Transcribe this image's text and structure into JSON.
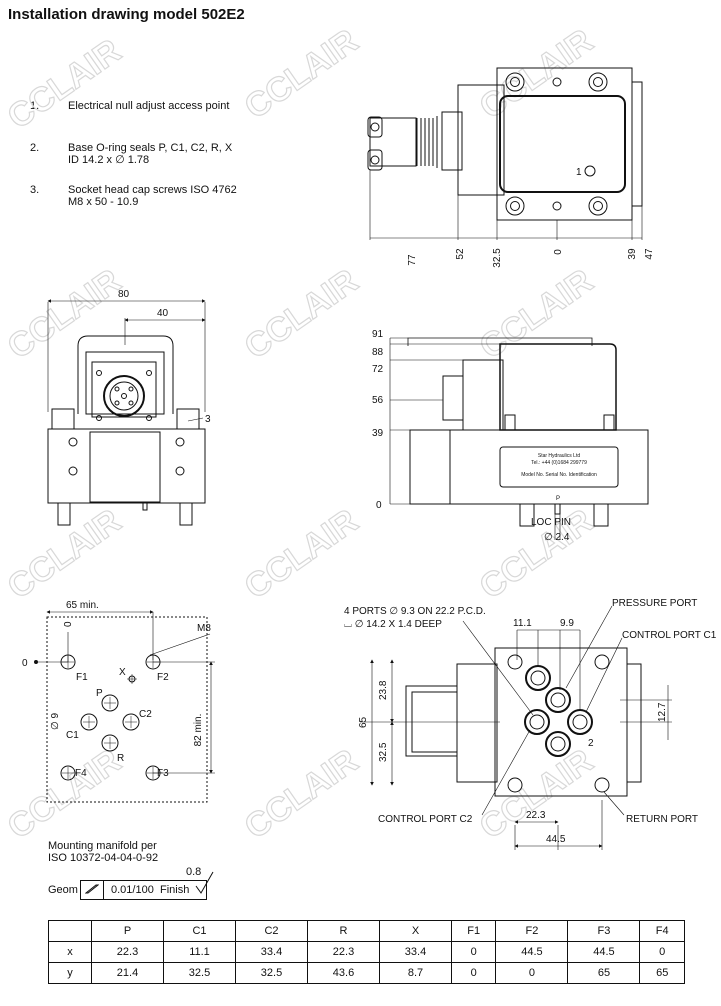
{
  "title": "Installation drawing model 502E2",
  "notes": [
    {
      "num": "1.",
      "text": "Electrical null adjust access point"
    },
    {
      "num": "2.",
      "text": "Base O-ring seals P, C1, C2, R, X",
      "text2": "ID 14.2 x ∅ 1.78"
    },
    {
      "num": "3.",
      "text": "Socket head cap screws ISO 4762",
      "text2": "M8 x 50 - 10.9"
    }
  ],
  "watermark": "CCLAIR",
  "top_view": {
    "dims": [
      "77",
      "52",
      "32.5",
      "0",
      "39",
      "47"
    ],
    "callout": "1"
  },
  "front_view": {
    "width_label": "80",
    "half_label": "40",
    "callout": "3"
  },
  "side_view": {
    "heights": [
      "91",
      "88",
      "72",
      "56",
      "39",
      "0"
    ],
    "pin_label": "LOC PIN",
    "pin_dia": "∅ 2.4",
    "plate_line1": "Star Hydraulics Ltd",
    "plate_line2": "Tel.: +44 (0)1684 299779",
    "plate_line3": "Model No.   Serial No.   Identification",
    "plate_p": "P"
  },
  "manifold_view": {
    "width_label": "65 min.",
    "height_label": "82 min.",
    "thread_label": "M8",
    "dia_label": "∅ 9",
    "origin_x": "0",
    "origin_y": "0",
    "ports": [
      "F1",
      "F2",
      "P",
      "X",
      "C2",
      "C1",
      "R",
      "F3",
      "F4"
    ]
  },
  "port_view": {
    "spec1": "4 PORTS  ∅ 9.3 ON 22.2 P.C.D.",
    "spec2": "⌴  ∅ 14.2 X 1.4 DEEP",
    "pressure": "PRESSURE PORT",
    "c1": "CONTROL PORT C1",
    "c2": "CONTROL PORT C2",
    "return": "RETURN PORT",
    "d111": "11.1",
    "d99": "9.9",
    "d238": "23.8",
    "d325": "32.5",
    "d65": "65",
    "d127": "12.7",
    "d223": "22.3",
    "d445": "44.5",
    "callout": "2"
  },
  "manifold_note": {
    "line1": "Mounting manifold per",
    "line2": "ISO 10372-04-04-0-92"
  },
  "geom": {
    "label": "Geom",
    "value": "0.01/100",
    "finish": "Finish",
    "finish_value": "0.8"
  },
  "table": {
    "columns": [
      "P",
      "C1",
      "C2",
      "R",
      "X",
      "F1",
      "F2",
      "F3",
      "F4"
    ],
    "rows": [
      {
        "label": "x",
        "values": [
          "22.3",
          "11.1",
          "33.4",
          "22.3",
          "33.4",
          "0",
          "44.5",
          "44.5",
          "0"
        ]
      },
      {
        "label": "y",
        "values": [
          "21.4",
          "32.5",
          "32.5",
          "43.6",
          "8.7",
          "0",
          "0",
          "65",
          "65"
        ]
      }
    ]
  }
}
